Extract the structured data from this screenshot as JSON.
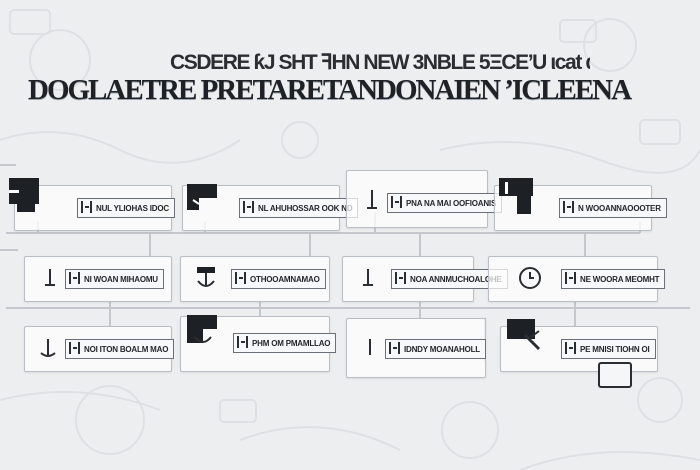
{
  "header": {
    "subtitle": "CSDERE ƙJ SHT ꟻНN NEW 3NB­LE 5ΞCЕ’U ιcat d",
    "title": "DOGLAETRE PRETARETANDONAIEN ’ICLEENA"
  },
  "colors": {
    "background": "#eceef0",
    "node_border": "#b9bec4",
    "wire": "#c4c8cd",
    "ink": "#1e2126"
  },
  "nodes": [
    {
      "id": "r1c1",
      "label": "NUL YLIOHAS IDOC",
      "icon": "black-flag-icon"
    },
    {
      "id": "r1c2",
      "label": "NL AHUHOSSAR OOK ND",
      "icon": "black-flag-icon"
    },
    {
      "id": "r1c3",
      "label": "PNA NA MAI OOFIOANIS",
      "icon": "pin-icon"
    },
    {
      "id": "r1c4",
      "label": "N WOOANNAOOOTER",
      "icon": "black-flag-icon"
    },
    {
      "id": "r2c1",
      "label": "NI WOAN MIHAOMU",
      "icon": "pin-icon"
    },
    {
      "id": "r2c2",
      "label": "OTHOOAMNAMAO",
      "icon": "anchor-icon"
    },
    {
      "id": "r2c3",
      "label": "NOA ANNMUCHOALOHE",
      "icon": "pin-icon"
    },
    {
      "id": "r2c4",
      "label": "NE WOORA MEOMHT",
      "icon": "clock-icon"
    },
    {
      "id": "r3c1",
      "label": "NOI ITON BOALM MAO",
      "icon": "pin-icon"
    },
    {
      "id": "r3c2",
      "label": "PHM OM PMAMLLAO",
      "icon": "black-flag-icon"
    },
    {
      "id": "r3c3",
      "label": "IDNDY MOANAHOLL",
      "icon": "pin-icon"
    },
    {
      "id": "r3c4",
      "label": "PE MNISI TIOHN OI",
      "icon": "black-flag-icon"
    }
  ]
}
